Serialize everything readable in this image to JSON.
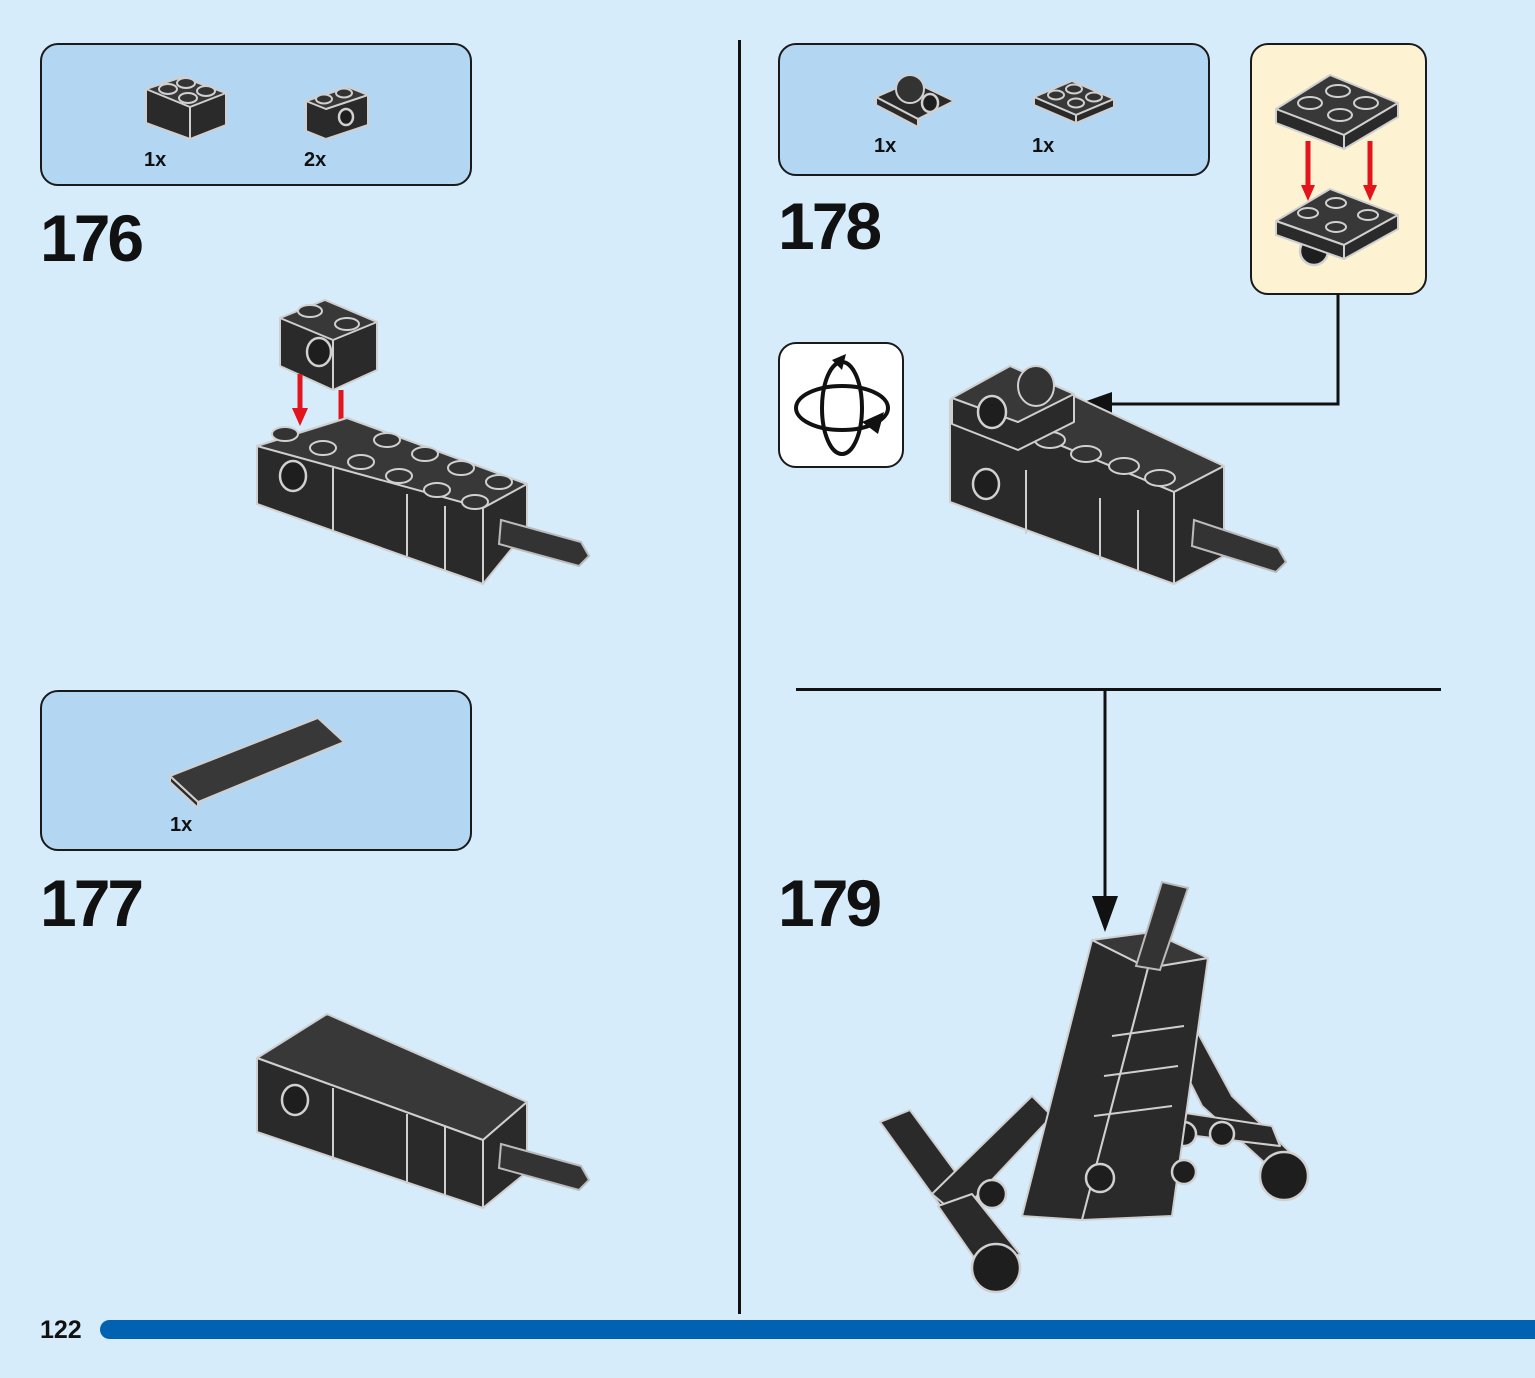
{
  "page": {
    "number": "122",
    "bar_color": "#0062b1"
  },
  "colors": {
    "background": "#d6ecfb",
    "parts_box": "#b3d7f3",
    "callout_box": "#fdf3d2",
    "arrow": "#e3141b"
  },
  "steps": [
    {
      "number": "176",
      "parts": [
        {
          "qty": "1x",
          "icon": "brick-2x2-icon"
        },
        {
          "qty": "2x",
          "icon": "technic-brick-1x2-icon"
        }
      ]
    },
    {
      "number": "177",
      "parts": [
        {
          "qty": "1x",
          "icon": "tile-1x6-icon"
        }
      ]
    },
    {
      "number": "178",
      "parts": [
        {
          "qty": "1x",
          "icon": "plate-with-clip-icon"
        },
        {
          "qty": "1x",
          "icon": "plate-2x2-icon"
        }
      ],
      "rotate_icon": "rotate-model-icon"
    },
    {
      "number": "179",
      "parts": []
    }
  ]
}
